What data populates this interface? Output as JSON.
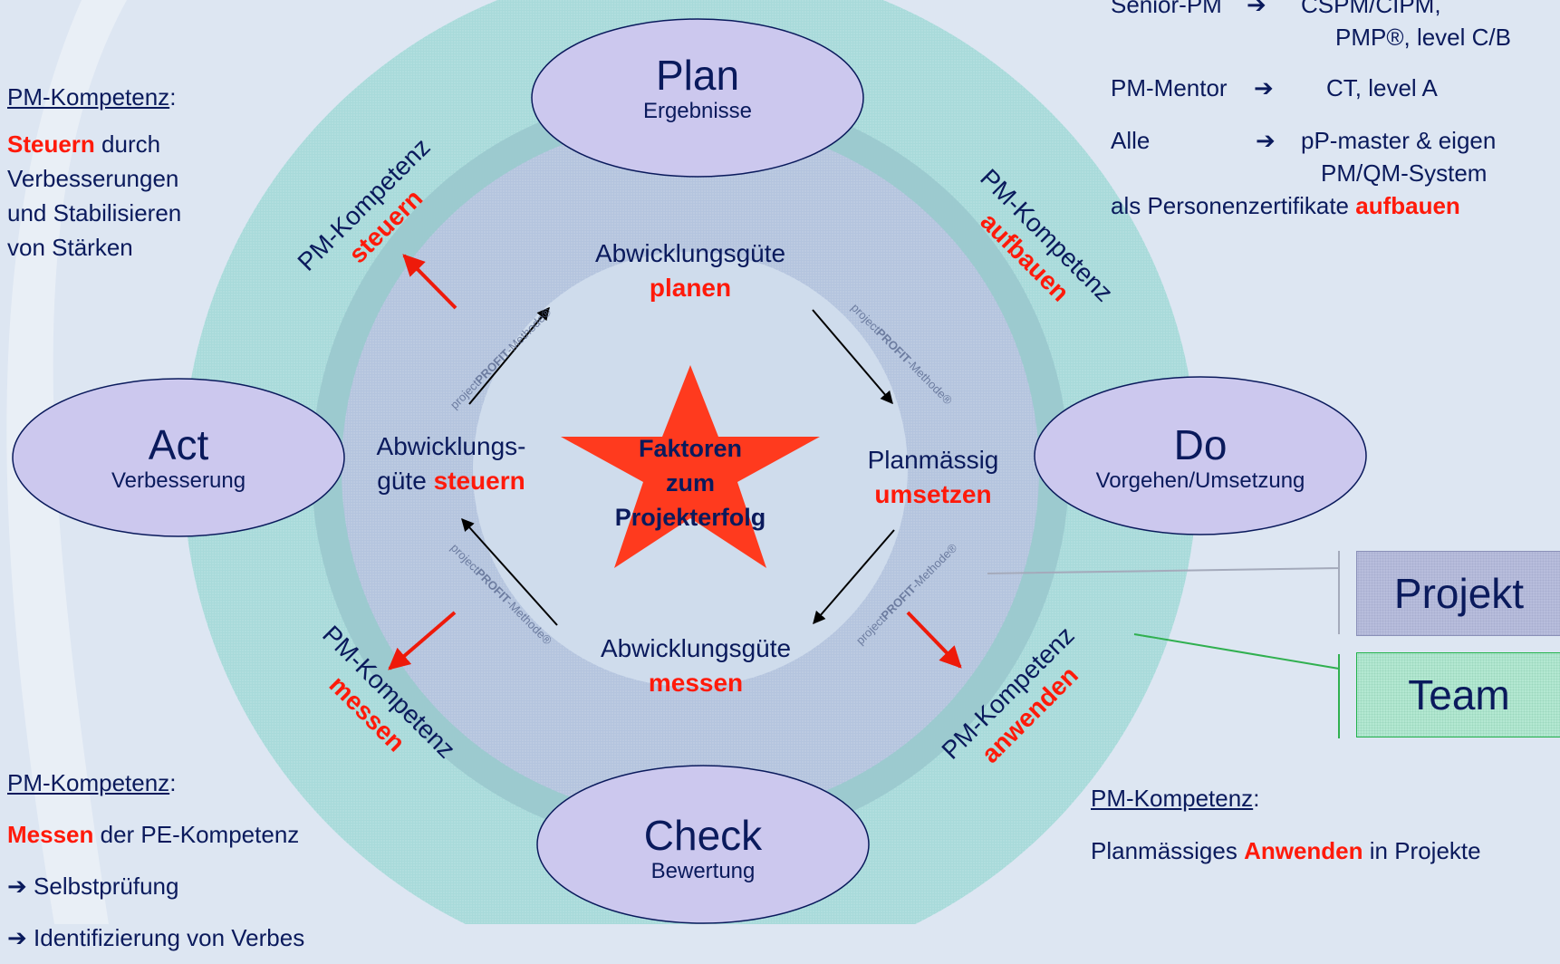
{
  "cycle": {
    "plan": {
      "title": "Plan",
      "sub": "Ergebnisse"
    },
    "do": {
      "title": "Do",
      "sub": "Vorgehen/Umsetzung"
    },
    "check": {
      "title": "Check",
      "sub": "Bewertung"
    },
    "act": {
      "title": "Act",
      "sub": "Verbesserung"
    }
  },
  "center": {
    "line1": "Faktoren",
    "line2": "zum",
    "line3": "Projekterfolg"
  },
  "stages": {
    "plan": {
      "l1": "Abwicklungsgüte",
      "l2": "planen"
    },
    "do": {
      "l1": "Planmässig",
      "l2": "umsetzen"
    },
    "check": {
      "l1": "Abwicklungsgüte",
      "l2": "messen"
    },
    "act": {
      "l1a": "Abwicklungs-",
      "l1b": "güte ",
      "l2": "steuern"
    }
  },
  "ring_labels": {
    "steuern": {
      "l1": "PM-Kompetenz",
      "l2": "steuern"
    },
    "aufbauen": {
      "l1": "PM-Kompetenz",
      "l2": "aufbauen"
    },
    "anwenden": {
      "l1": "PM-Kompetenz",
      "l2": "anwenden"
    },
    "messen": {
      "l1": "PM-Kompetenz",
      "l2": "messen"
    }
  },
  "watermark": {
    "a": "project",
    "b": "PROFIT",
    "c": "-Methode®"
  },
  "left_top": {
    "heading": "PM-Kompetenz",
    "colon": ":",
    "bold": "Steuern",
    "rest1": " durch",
    "line2": "Verbesserungen",
    "line3": "und Stabilisieren",
    "line4": "von Stärken"
  },
  "left_bottom": {
    "heading": "PM-Kompetenz",
    "colon": ":",
    "bold": "Messen",
    "rest1": " der PE-Kompetenz",
    "arrow": "➔",
    "item1": "Selbstprüfung",
    "item2": "Identifizierung von Verbes"
  },
  "right_top": {
    "row1_label": "Senior-PM",
    "row1_arrow": "➔",
    "row1_value": "CSPM/CIPM,",
    "row1_value2": "PMP®, level C/B",
    "row2_label": "PM-Mentor",
    "row2_arrow": "➔",
    "row2_value": "CT, level A",
    "row3_label": "Alle",
    "row3_arrow": "➔",
    "row3_value": "pP-master & eigen",
    "row3_value2": "PM/QM-System",
    "final_pre": "als Personenzertifikate ",
    "final_bold": "aufbauen"
  },
  "right_bottom": {
    "heading": "PM-Kompetenz",
    "colon": ":",
    "pre": "Planmässiges ",
    "bold": "Anwenden",
    "post": " in Projekte"
  },
  "boxes": {
    "projekt": "Projekt",
    "team": "Team"
  },
  "colors": {
    "outer_ring": "#a8dada",
    "middle_ring": "#9ccacf",
    "inner_ring": "#b4c4de",
    "center_disk": "#cfdcec",
    "ellipse_fill": "#ccc8ee",
    "star": "#ff3a1e",
    "accent_red": "#ff1a0a",
    "text_navy": "#0a1a5c"
  }
}
